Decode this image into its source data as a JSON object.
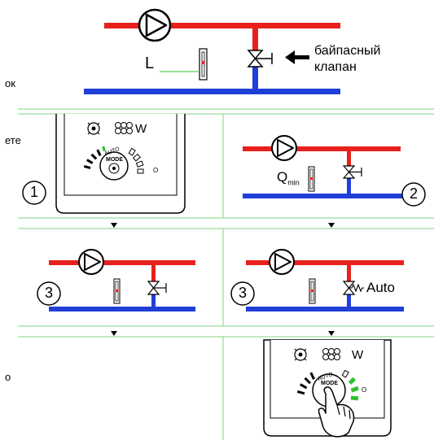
{
  "clipped_left": {
    "line1": "ок",
    "line2": "ете",
    "line3": "о"
  },
  "top_diagram": {
    "length_label": "L",
    "bypass_label_line1": "байпасный",
    "bypass_label_line2": "клапан"
  },
  "step_numbers": {
    "one": "1",
    "two": "2",
    "three_a": "3",
    "three_b": "3"
  },
  "controller": {
    "power_unit": "W",
    "auto_label": "AUTO",
    "mode_label": "MODE",
    "o_label": "O"
  },
  "panel2": {
    "q_label": "Q",
    "q_subscript": "min"
  },
  "panel_3b": {
    "auto_label": "Auto"
  },
  "colors": {
    "supply_pipe": "#e8201c",
    "return_pipe": "#1f3fd6",
    "divider": "#7fd67f",
    "gauge_green": "#2ec02e",
    "indicator_red": "#e8201c"
  }
}
